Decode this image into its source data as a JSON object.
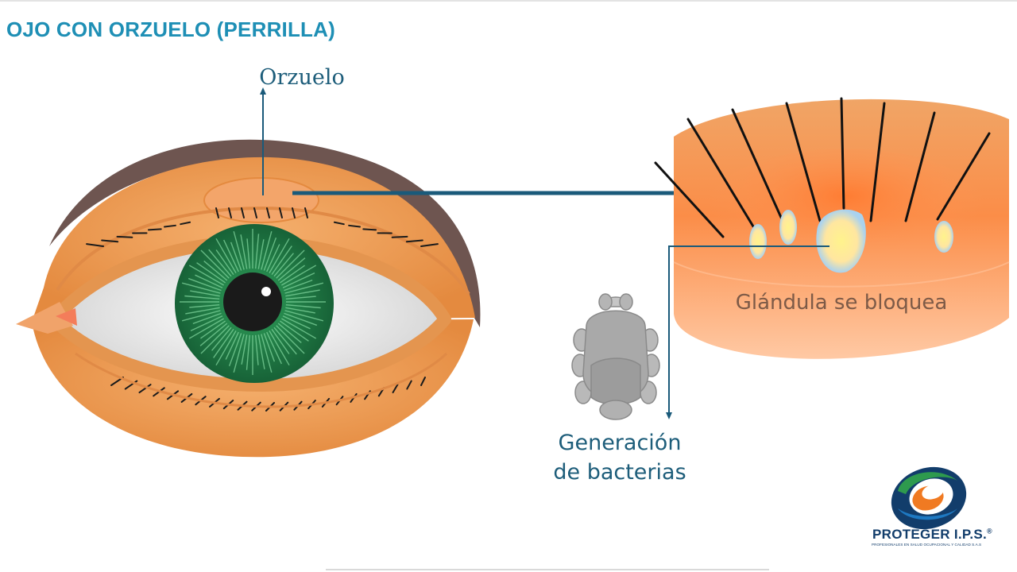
{
  "title": "OJO CON ORZUELO (PERRILLA)",
  "labels": {
    "stye": "Orzuelo",
    "gland": "Glándula se bloquea",
    "bacteria_line1": "Generación",
    "bacteria_line2": "de bacterias"
  },
  "logo": {
    "name": "PROTEGER I.P.S.",
    "registered": "®",
    "tagline": "PROFESIONALES EN SALUD OCUPACIONAL Y CALIDAD S.A.S"
  },
  "colors": {
    "title": "#1e8fb5",
    "label_text": "#1d5d7a",
    "connector": "#1a5a7a",
    "eyelid_orange": "#e8954d",
    "iris_green": "#1f7a44",
    "gland_tissue": "#f7a866",
    "logo_navy": "#123d6b"
  }
}
